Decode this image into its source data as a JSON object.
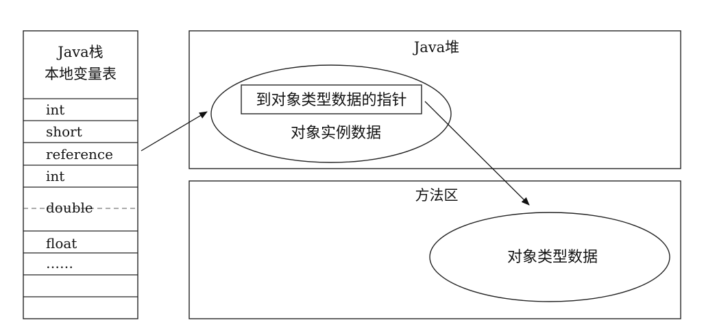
{
  "stack": {
    "title_line1": "Java栈",
    "title_line2": "本地变量表",
    "rows": [
      {
        "label": "int"
      },
      {
        "label": "short"
      },
      {
        "label": "reference"
      },
      {
        "label": "int"
      },
      {
        "label": "double",
        "style": "dashed-split"
      },
      {
        "label": "float"
      },
      {
        "label": "……"
      },
      {
        "label": ""
      },
      {
        "label": ""
      }
    ]
  },
  "heap": {
    "title": "Java堆",
    "pointer_label": "到对象类型数据的指针",
    "instance_label": "对象实例数据"
  },
  "method_area": {
    "title": "方法区",
    "type_data_label": "对象类型数据"
  },
  "arrows": [
    {
      "from": "stack-row-reference",
      "to": "heap-object-ellipse"
    },
    {
      "from": "heap-type-pointer",
      "to": "method-area-type-ellipse"
    }
  ]
}
